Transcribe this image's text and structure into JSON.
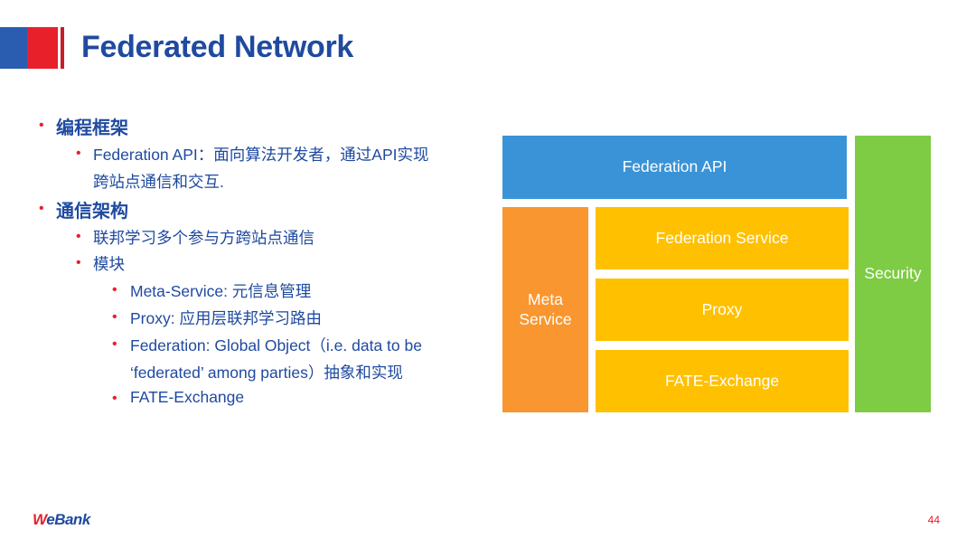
{
  "slide": {
    "title": "Federated Network",
    "page_number": "44",
    "logo": {
      "w": "W",
      "rest": "eBank"
    }
  },
  "outline": [
    {
      "level": 1,
      "text": "编程框架"
    },
    {
      "level": 2,
      "text": "Federation API：面向算法开发者，通过API实现",
      "continuation": "跨站点通信和交互."
    },
    {
      "level": 1,
      "text": "通信架构"
    },
    {
      "level": 2,
      "text": "联邦学习多个参与方跨站点通信"
    },
    {
      "level": 2,
      "text": "模块"
    },
    {
      "level": 3,
      "text": "Meta-Service: 元信息管理"
    },
    {
      "level": 3,
      "text": "Proxy: 应用层联邦学习路由"
    },
    {
      "level": 3,
      "text": "Federation: Global Object（i.e. data to be",
      "continuation": "‘federated’ among parties）抽象和实现"
    },
    {
      "level": 3,
      "text": "FATE-Exchange"
    }
  ],
  "diagram": {
    "federation_api": "Federation API",
    "security": "Security",
    "meta_service": [
      "Meta",
      "Service"
    ],
    "federation_service": "Federation Service",
    "proxy": "Proxy",
    "fate_exchange": "FATE-Exchange",
    "colors": {
      "blue": "#3a93d6",
      "orange": "#f9962f",
      "yellow": "#ffc000",
      "green": "#7dcc44"
    }
  }
}
